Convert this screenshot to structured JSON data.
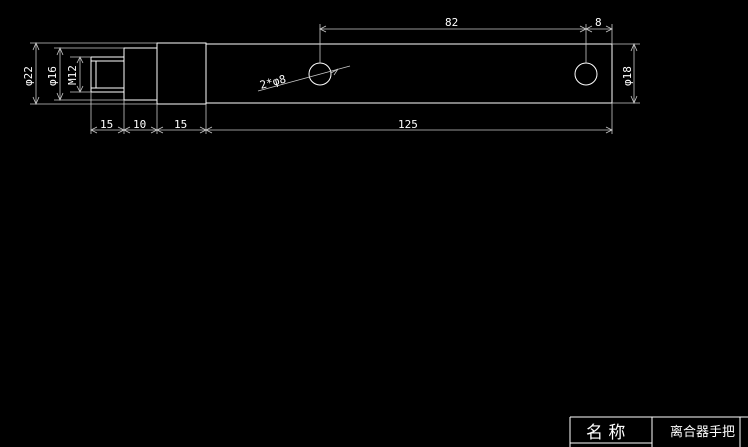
{
  "dimensions": {
    "d_outer": "φ22",
    "d_inner": "φ16",
    "thread": "M12",
    "len_a": "15",
    "len_b": "10",
    "len_c": "15",
    "len_main": "125",
    "hole_spacing": "82",
    "hole_edge": "8",
    "bar_dia": "φ18",
    "holes": "2*φ8"
  },
  "title_block": {
    "name_label": "名 称",
    "part_name": "离合器手把"
  }
}
